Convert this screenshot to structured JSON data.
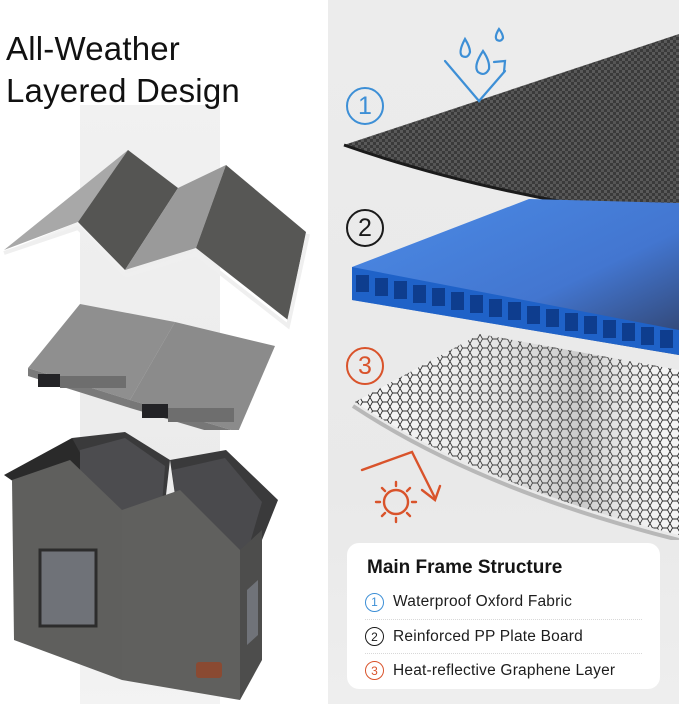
{
  "headline": {
    "line1": "All-Weather",
    "line2": "Layered Design"
  },
  "layers": [
    {
      "number": "1",
      "name": "Waterproof Oxford Fabric",
      "color": "#3d8fd6",
      "icon": "water-repellent-icon"
    },
    {
      "number": "2",
      "name": "Reinforced PP Plate Board",
      "color": "#1a1a1a"
    },
    {
      "number": "3",
      "name": "Heat-reflective Graphene Layer",
      "color": "#d9532b",
      "icon": "sun-reflection-icon"
    }
  ],
  "legend": {
    "title": "Main Frame Structure",
    "items": [
      {
        "number": "1",
        "label": "Waterproof Oxford Fabric",
        "color": "#3d8fd6"
      },
      {
        "number": "2",
        "label": "Reinforced PP Plate Board",
        "color": "#1a1a1a"
      },
      {
        "number": "3",
        "label": "Heat-reflective Graphene Layer",
        "color": "#d9532b"
      }
    ]
  },
  "components": [
    {
      "name": "folding-roof-panel"
    },
    {
      "name": "floor-cushion"
    },
    {
      "name": "cat-house-body"
    }
  ],
  "colors": {
    "accent_blue": "#3d8fd6",
    "accent_orange": "#d9532b",
    "pp_board_blue": "#3a78d8",
    "fabric_gray": "#5f5f5d"
  }
}
